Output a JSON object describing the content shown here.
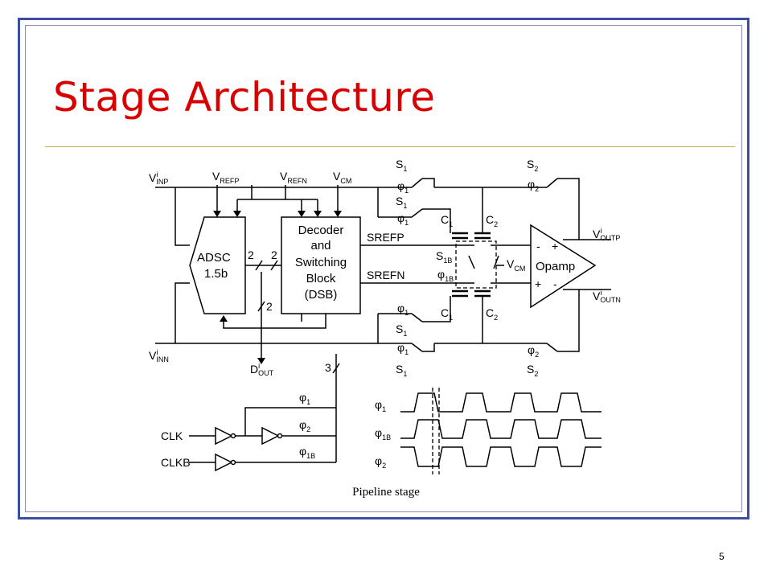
{
  "slide": {
    "title": "Stage Architecture",
    "caption": "Pipeline stage",
    "page_number": "5",
    "colors": {
      "title": "#d90000",
      "border": "#3b4ea3",
      "rule": "#c8a84a"
    }
  },
  "diagram": {
    "inputs": {
      "vinp": "V",
      "vinp_sup": "i",
      "vinp_sub": "INP",
      "vinn": "V",
      "vinn_sup": "i",
      "vinn_sub": "INN",
      "vrefp": "V",
      "vrefp_sub": "REFP",
      "vrefn": "V",
      "vrefn_sub": "REFN",
      "vcm_top": "V",
      "vcm_top_sub": "CM",
      "clk": "CLK",
      "clkb": "CLKB"
    },
    "blocks": {
      "adsc_line1": "ADSC",
      "adsc_line2": "1.5b",
      "dsb_line1": "Decoder",
      "dsb_line2": "and",
      "dsb_line3": "Switching",
      "dsb_line4": "Block",
      "dsb_line5": "(DSB)",
      "opamp": "Opamp"
    },
    "bus": {
      "two_a": "2",
      "two_b": "2",
      "two_c": "2",
      "three": "3"
    },
    "nets": {
      "srefp": "SREFP",
      "srefn": "SREFN"
    },
    "outputs": {
      "voutp": "V",
      "voutp_sup": "i",
      "voutp_sub": "OUTP",
      "voutn": "V",
      "voutn_sup": "i",
      "voutn_sub": "OUTN",
      "dout": "D",
      "dout_sup": "i",
      "dout_sub": "OUT"
    },
    "switches": {
      "s1": "S",
      "s1_sub": "1",
      "s2": "S",
      "s2_sub": "2",
      "s1b": "S",
      "s1b_sub": "1B",
      "vcm_mid": "V",
      "vcm_mid_sub": "CM"
    },
    "caps": {
      "c1": "C",
      "c1_sub": "1",
      "c2": "C",
      "c2_sub": "2"
    },
    "phases": {
      "phi": "φ",
      "p1_sub": "1",
      "p2_sub": "2",
      "p1b_sub": "1B"
    },
    "opamp_pins": {
      "plus": "+",
      "minus": "-"
    }
  }
}
